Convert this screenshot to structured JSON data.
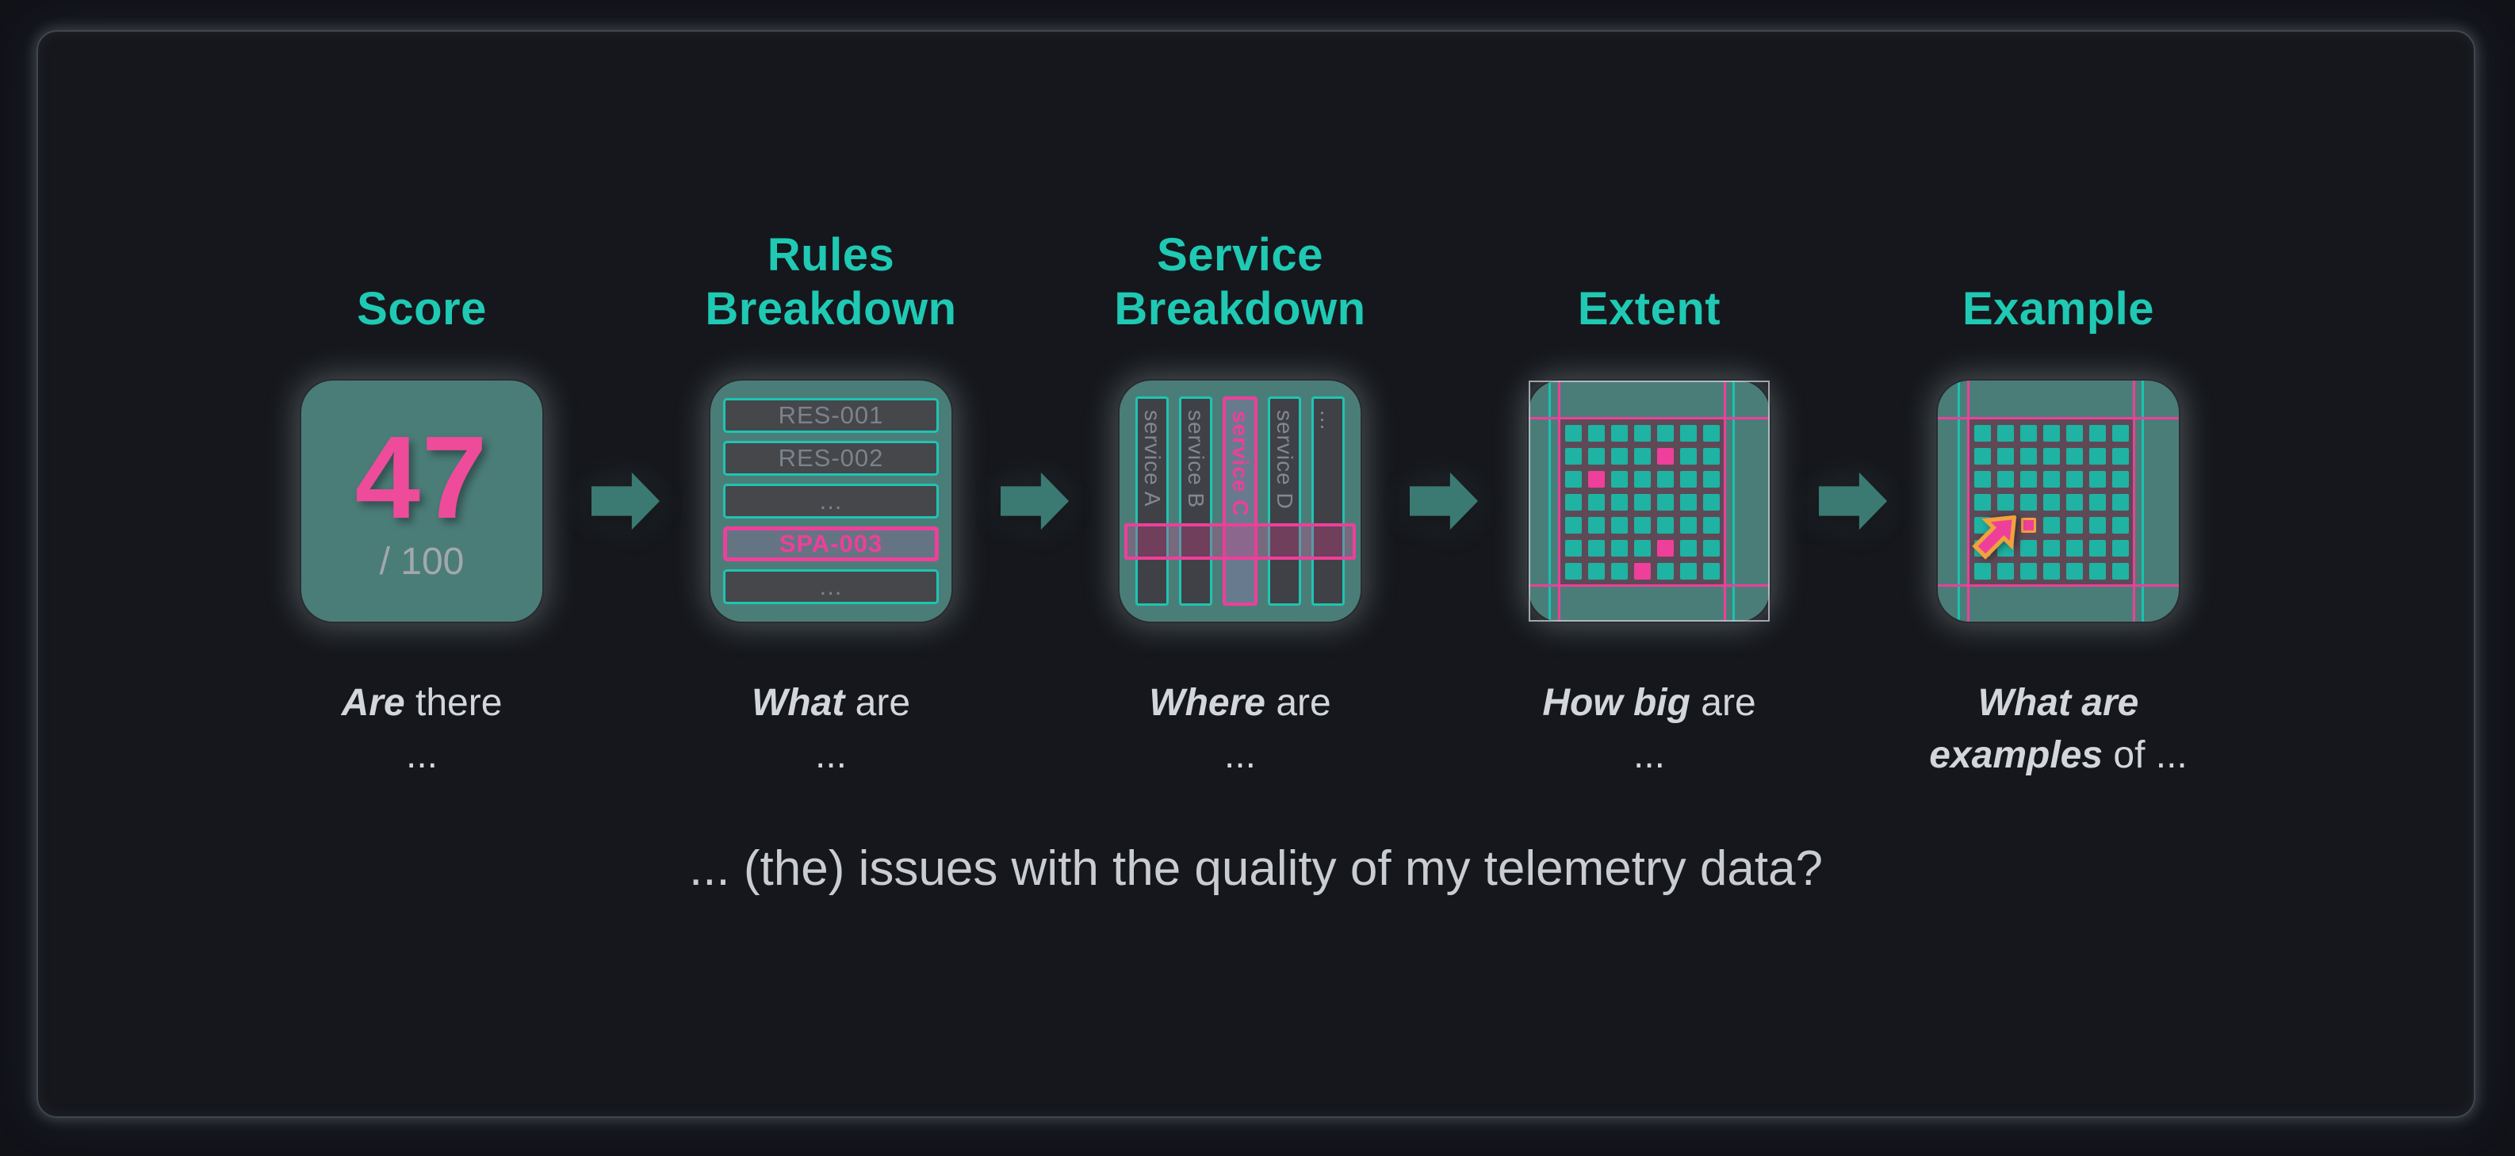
{
  "colors": {
    "accent_teal": "#1fc9b3",
    "accent_pink": "#ee3f9a",
    "accent_orange": "#f0a23c",
    "tile_background": "#4b7d78",
    "grid_panel_mauve": "#5e4a57",
    "panel_background": "#15171c",
    "caption_text": "#d3d6da"
  },
  "pipeline": {
    "flow_arrow_icon": "block-arrow-right-icon",
    "columns": [
      {
        "title": "Score",
        "caption_em": "Are",
        "caption_rest": " there\n...",
        "score": {
          "value": "47",
          "denominator": "/ 100"
        }
      },
      {
        "title": "Rules\nBreakdown",
        "caption_em": "What",
        "caption_rest": " are\n...",
        "rules": [
          {
            "label": "RES-001",
            "highlight": false
          },
          {
            "label": "RES-002",
            "highlight": false
          },
          {
            "label": "...",
            "highlight": false
          },
          {
            "label": "SPA-003",
            "highlight": true
          },
          {
            "label": "...",
            "highlight": false
          }
        ]
      },
      {
        "title": "Service\nBreakdown",
        "caption_em": "Where",
        "caption_rest": " are\n...",
        "services": [
          {
            "label": "service A",
            "highlight": false
          },
          {
            "label": "service B",
            "highlight": false
          },
          {
            "label": "service C",
            "highlight": true
          },
          {
            "label": "service D",
            "highlight": false
          },
          {
            "label": "...",
            "highlight": false
          }
        ]
      },
      {
        "title": "Extent",
        "caption_em": "How big",
        "caption_rest": " are\n...",
        "grid": {
          "rows": 7,
          "cols": 7,
          "pink_cells": [
            [
              2,
              5
            ],
            [
              3,
              2
            ],
            [
              6,
              5
            ],
            [
              7,
              4
            ]
          ]
        }
      },
      {
        "title": "Example",
        "caption_em": "What are\nexamples",
        "caption_rest": " of ...",
        "grid": {
          "rows": 7,
          "cols": 7,
          "pink_cells": [],
          "highlight_cell": [
            5,
            3
          ]
        },
        "pointer_icon": "pointer-arrow-icon"
      }
    ]
  },
  "footer": {
    "question": "... (the) issues with the quality of my telemetry data?"
  }
}
